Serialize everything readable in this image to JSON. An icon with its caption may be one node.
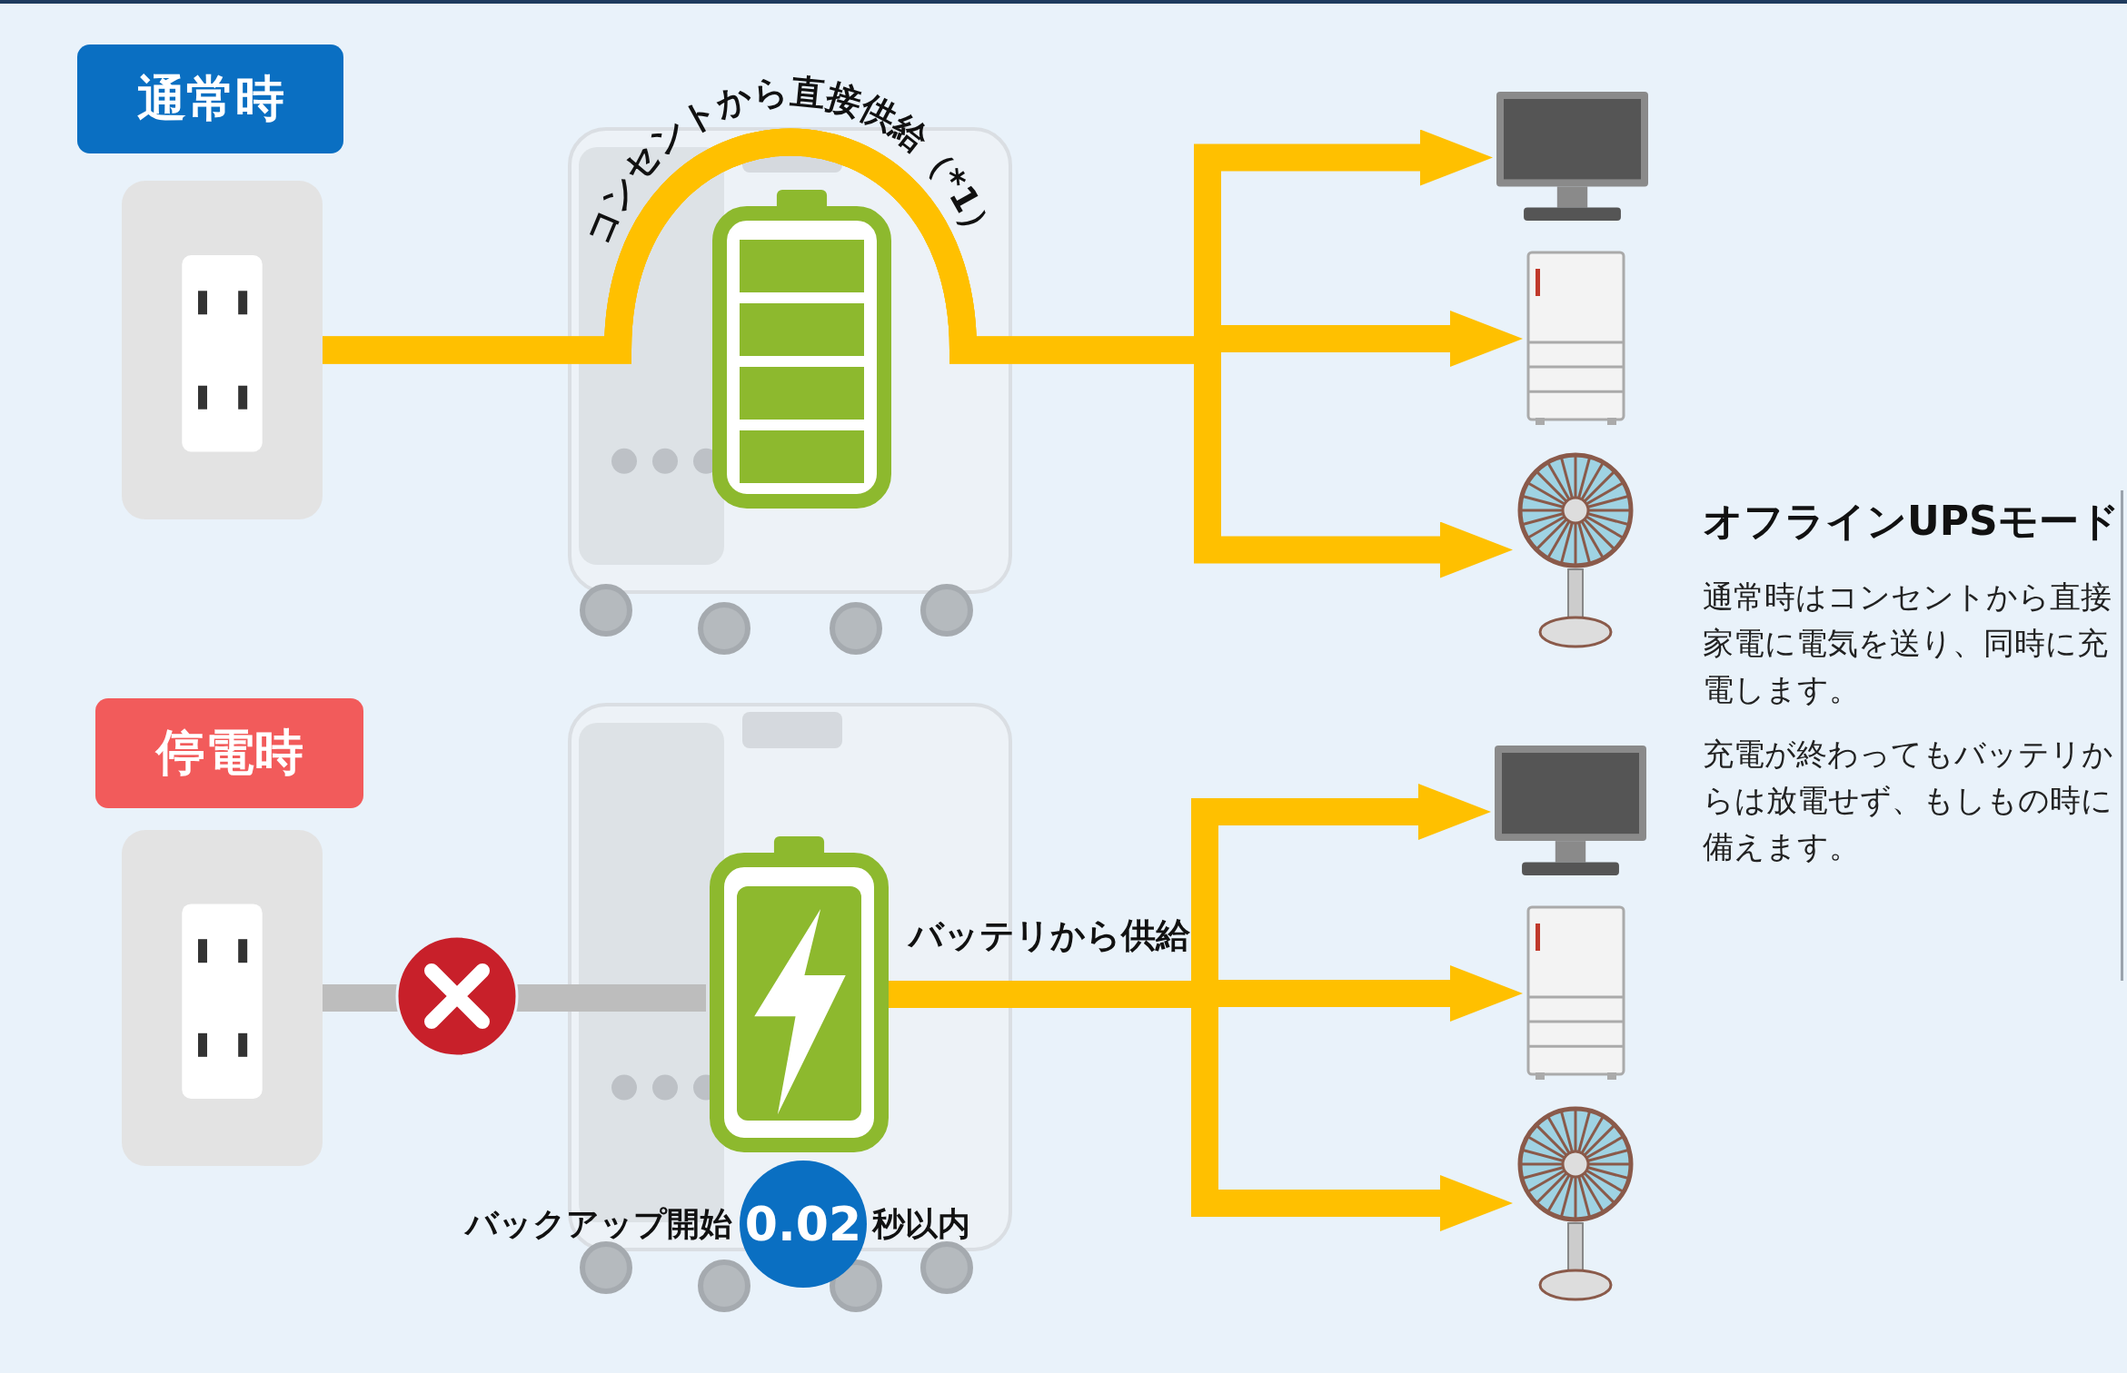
{
  "diagram": {
    "nodes": [
      {
        "text": [
          "通常時"
        ]
      },
      {
        "text": [],
        "shape": "picture"
      },
      {
        "text": [],
        "shape": "picture"
      },
      {
        "text": [],
        "shape": "picture"
      },
      {
        "text": [],
        "shape": "picture"
      },
      {
        "text": [],
        "shape": "picture"
      },
      {
        "text": [
          "停電時"
        ]
      },
      {
        "text": [],
        "shape": "picture"
      },
      {
        "text": [],
        "shape": "picture"
      },
      {
        "text": [],
        "shape": "picture"
      },
      {
        "text": [],
        "shape": "picture"
      },
      {
        "text": [],
        "shape": "picture"
      },
      {
        "text": [
          "0.02"
        ],
        "beside": [
          "バックアップ開始",
          "秒以内"
        ]
      }
    ],
    "edges": [
      {
        "from": 1,
        "to": 3,
        "arrow": "to",
        "label": "コンセントから直接供給（*1）"
      },
      {
        "from": 1,
        "to": 4,
        "arrow": "to"
      },
      {
        "from": 1,
        "to": 5,
        "arrow": "to"
      },
      {
        "from": 7,
        "to": 8,
        "arrow": "none",
        "color": "#bdbdbd"
      },
      {
        "from": 8,
        "to": 9,
        "arrow": "to",
        "label": "バッテリから供給"
      },
      {
        "from": 8,
        "to": 10,
        "arrow": "to"
      },
      {
        "from": 8,
        "to": 11,
        "arrow": "to"
      }
    ],
    "labels": [
      "オフラインUPSモード",
      "通常時はコンセントから直接家電に電気を送り、同時に充電します。",
      "充電が終わってもバッテリからは放電せず、もしもの時に備えます。"
    ]
  }
}
